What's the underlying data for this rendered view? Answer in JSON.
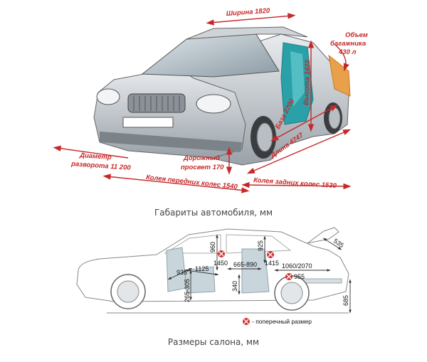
{
  "top_diagram": {
    "caption": "Габариты автомобиля, мм",
    "width": "Ширина 1820",
    "height": "Высота 1422",
    "trunk_volume": [
      "Объем",
      "багажника",
      "430 л"
    ],
    "wheelbase": "База 2700",
    "length": "Длина 4747",
    "turning_diameter": [
      "Диаметр",
      "разворота 11 200"
    ],
    "ground_clearance": [
      "Дорожный",
      "просвет 170"
    ],
    "front_track": "Колея передних колес 1540",
    "rear_track": "Колея задних колес 1530",
    "colors": {
      "accent": "#c62828",
      "body": "#c9ced3",
      "interior": "#2aa0a8",
      "trunk": "#e8a04a"
    }
  },
  "bottom_diagram": {
    "caption": "Размеры салона, мм",
    "dims": {
      "d960": "960",
      "d925": "925",
      "d935": "935",
      "d1125": "1125",
      "d1450": "1450",
      "d665": "665-890",
      "d1415": "1415",
      "d1060": "1060/2070",
      "d955": "955",
      "d535": "535",
      "d265": "265-305",
      "d340": "340",
      "d685": "685"
    },
    "legend": "- поперечный размер",
    "colors": {
      "seat": "#c8d6dc",
      "line": "#555555",
      "marker": "#d32f2f"
    }
  }
}
